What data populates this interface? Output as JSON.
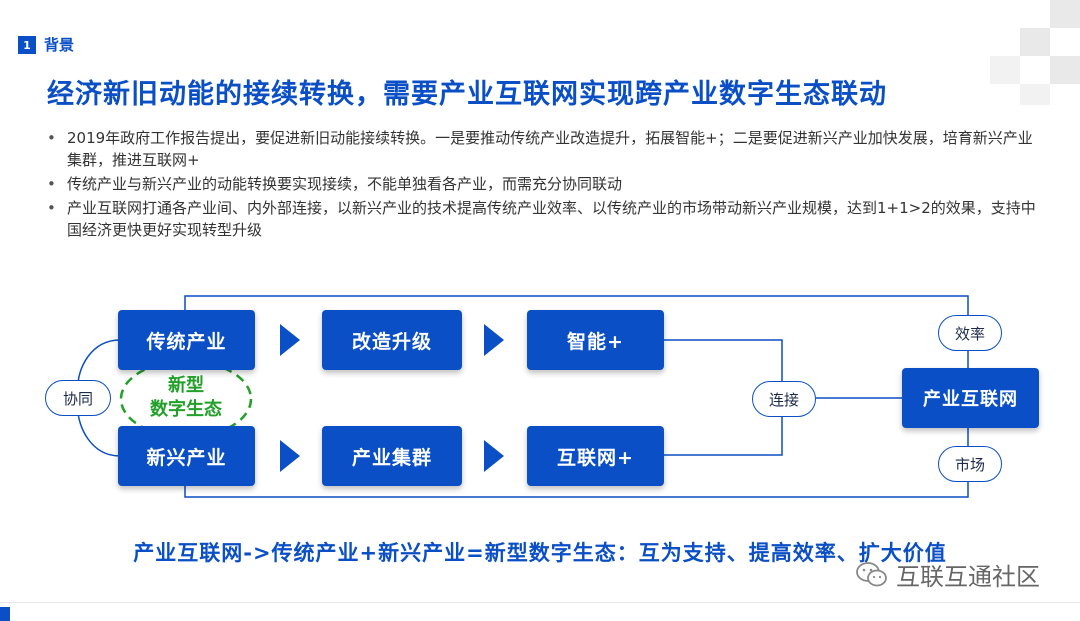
{
  "section": {
    "number": "1",
    "label": "背景"
  },
  "title": "经济新旧动能的接续转换，需要产业互联网实现跨产业数字生态联动",
  "bullets": [
    "2019年政府工作报告提出，要促进新旧动能接续转换。一是要推动传统产业改造提升，拓展智能+；二是要促进新兴产业加快发展，培育新兴产业集群，推进互联网+",
    "传统产业与新兴产业的动能转换要实现接续，不能单独看各产业，而需充分协同联动",
    "产业互联网打通各产业间、内外部连接，以新兴产业的技术提高传统产业效率、以传统产业的市场带动新兴产业规模，达到1+1>2的效果，支持中国经济更快更好实现转型升级"
  ],
  "diagram": {
    "top_row": [
      "传统产业",
      "改造升级",
      "智能+"
    ],
    "bottom_row": [
      "新兴产业",
      "产业集群",
      "互联网+"
    ],
    "left_pill": "协同",
    "middle_pill": "连接",
    "ecosystem_line1": "新型",
    "ecosystem_line2": "数字生态",
    "hub": "产业互联网",
    "hub_top": "效率",
    "hub_bottom": "市场",
    "colors": {
      "primary": "#0b4fc6",
      "green": "#22a02a"
    }
  },
  "formula": "产业互联网->传统产业+新兴产业=新型数字生态：互为支持、提高效率、扩大价值",
  "watermark": "互联互通社区"
}
